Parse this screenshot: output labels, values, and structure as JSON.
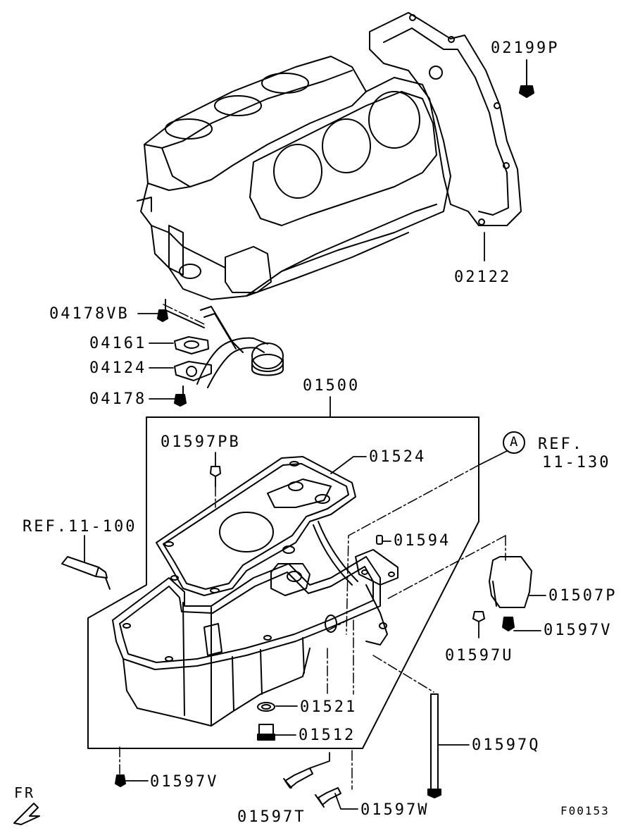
{
  "parts": {
    "p02199P": "02199P",
    "p02122": "02122",
    "p04178VB": "04178VB",
    "p04161": "04161",
    "p04124": "04124",
    "p04178": "04178",
    "p01500": "01500",
    "p01597PB": "01597PB",
    "p01524": "01524",
    "p01594": "01594",
    "p01507P": "01507P",
    "p01597V_right": "01597V",
    "p01597U": "01597U",
    "p01521": "01521",
    "p01512": "01512",
    "p01597Q": "01597Q",
    "p01597V_bottom": "01597V",
    "p01597T": "01597T",
    "p01597W": "01597W"
  },
  "refs": {
    "ref_a_letter": "A",
    "ref_a_text_1": "REF.",
    "ref_a_text_2": "11-130",
    "ref_sealant": "REF.11-100"
  },
  "direction": {
    "label": "FR"
  },
  "figure_code": "F00153"
}
